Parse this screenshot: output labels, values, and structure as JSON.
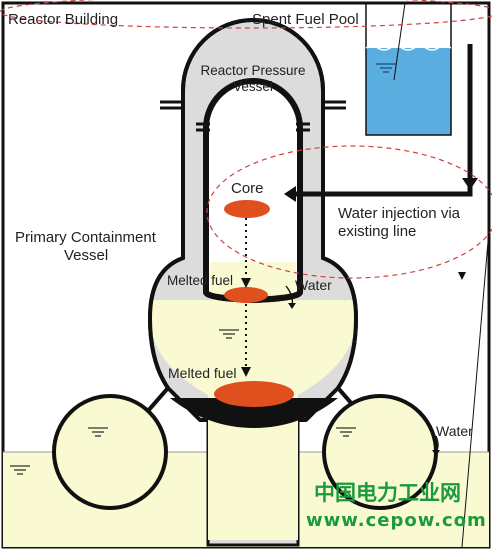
{
  "labels": {
    "reactor_building": "Reactor Building",
    "spent_fuel_pool": "Spent Fuel Pool",
    "reactor_pressure_vessel_line1": "Reactor Pressure",
    "reactor_pressure_vessel_line2": "Vessel",
    "core": "Core",
    "primary_containment_line1": "Primary Containment",
    "primary_containment_line2": "Vessel",
    "water_injection_line1": "Water injection via",
    "water_injection_line2": "existing line",
    "melted_fuel_upper": "Melted fuel",
    "water_upper": "Water",
    "melted_fuel_lower": "Melted fuel",
    "water_lower": "Water"
  },
  "watermark": {
    "line1": "中国电力工业网",
    "line2": "www.cepow.com"
  },
  "colors": {
    "water": "#fafad2",
    "pool_water": "#5aaee0",
    "fuel": "#e0501e",
    "vessel_fill": "#dcdcdc",
    "outline": "#111111",
    "dashed": "#d04040",
    "watermark": "#1a9a3a"
  }
}
